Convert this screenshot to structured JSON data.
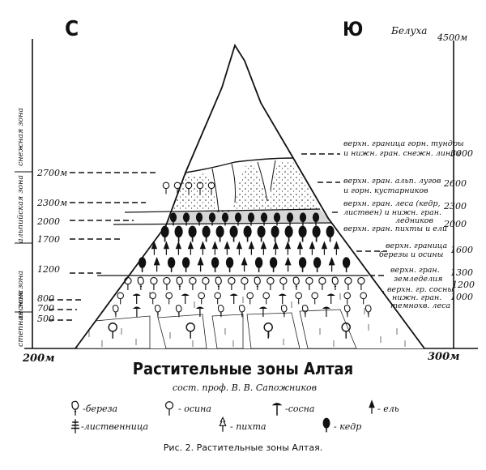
{
  "directions": {
    "left": "С",
    "right": "Ю"
  },
  "peak": {
    "name": "Белуха",
    "height": "4500м"
  },
  "zones": [
    {
      "label": "снежная зона"
    },
    {
      "label": "альпийская зона"
    },
    {
      "label": "лесная зона"
    },
    {
      "label": "степная зона"
    }
  ],
  "left_heights": [
    "2700м",
    "2300м",
    "2000",
    "1700",
    "1200",
    "800",
    "700",
    "500"
  ],
  "base": {
    "left": "200м",
    "right": "300м"
  },
  "annotations": [
    {
      "text": "верхн. граница горн. тундры",
      "value": ""
    },
    {
      "text": "и нижн. гран. снежн. линии",
      "value": "3000"
    },
    {
      "text": "верхн. гран. альп. лугов",
      "value": "2600"
    },
    {
      "text": "и горн. кустарников",
      "value": ""
    },
    {
      "text": "верхн. гран. леса (кедр,",
      "value": "2300"
    },
    {
      "text": "листвен) и нижн. гран.",
      "value": ""
    },
    {
      "text": "ледников",
      "value": "2000"
    },
    {
      "text": "верхн. гран. пихты и ели",
      "value": ""
    },
    {
      "text": "верхн. граница",
      "value": "1600"
    },
    {
      "text": "березы и осины",
      "value": ""
    },
    {
      "text": "верхн. гран.",
      "value": "1300"
    },
    {
      "text": "земледелия",
      "value": ""
    },
    {
      "text": "верхн. гр. сосны",
      "value": "1200"
    },
    {
      "text": "нижн. гран.",
      "value": "1000"
    },
    {
      "text": "темнохв. леса",
      "value": ""
    }
  ],
  "title": "Растительные зоны Алтая",
  "subtitle": "сост. проф. В. В. Сапожников",
  "legend": [
    {
      "icon": "birch-icon",
      "label": "-береза"
    },
    {
      "icon": "aspen-icon",
      "label": "- осина"
    },
    {
      "icon": "pine-icon",
      "label": "-сосна"
    },
    {
      "icon": "spruce-icon",
      "label": "- ель"
    },
    {
      "icon": "larch-icon",
      "label": "-лиственница"
    },
    {
      "icon": "fir-icon",
      "label": "- пихта"
    },
    {
      "icon": "cedar-icon",
      "label": "- кедр"
    }
  ],
  "caption": "Рис. 2. Растительные зоны Алтая."
}
